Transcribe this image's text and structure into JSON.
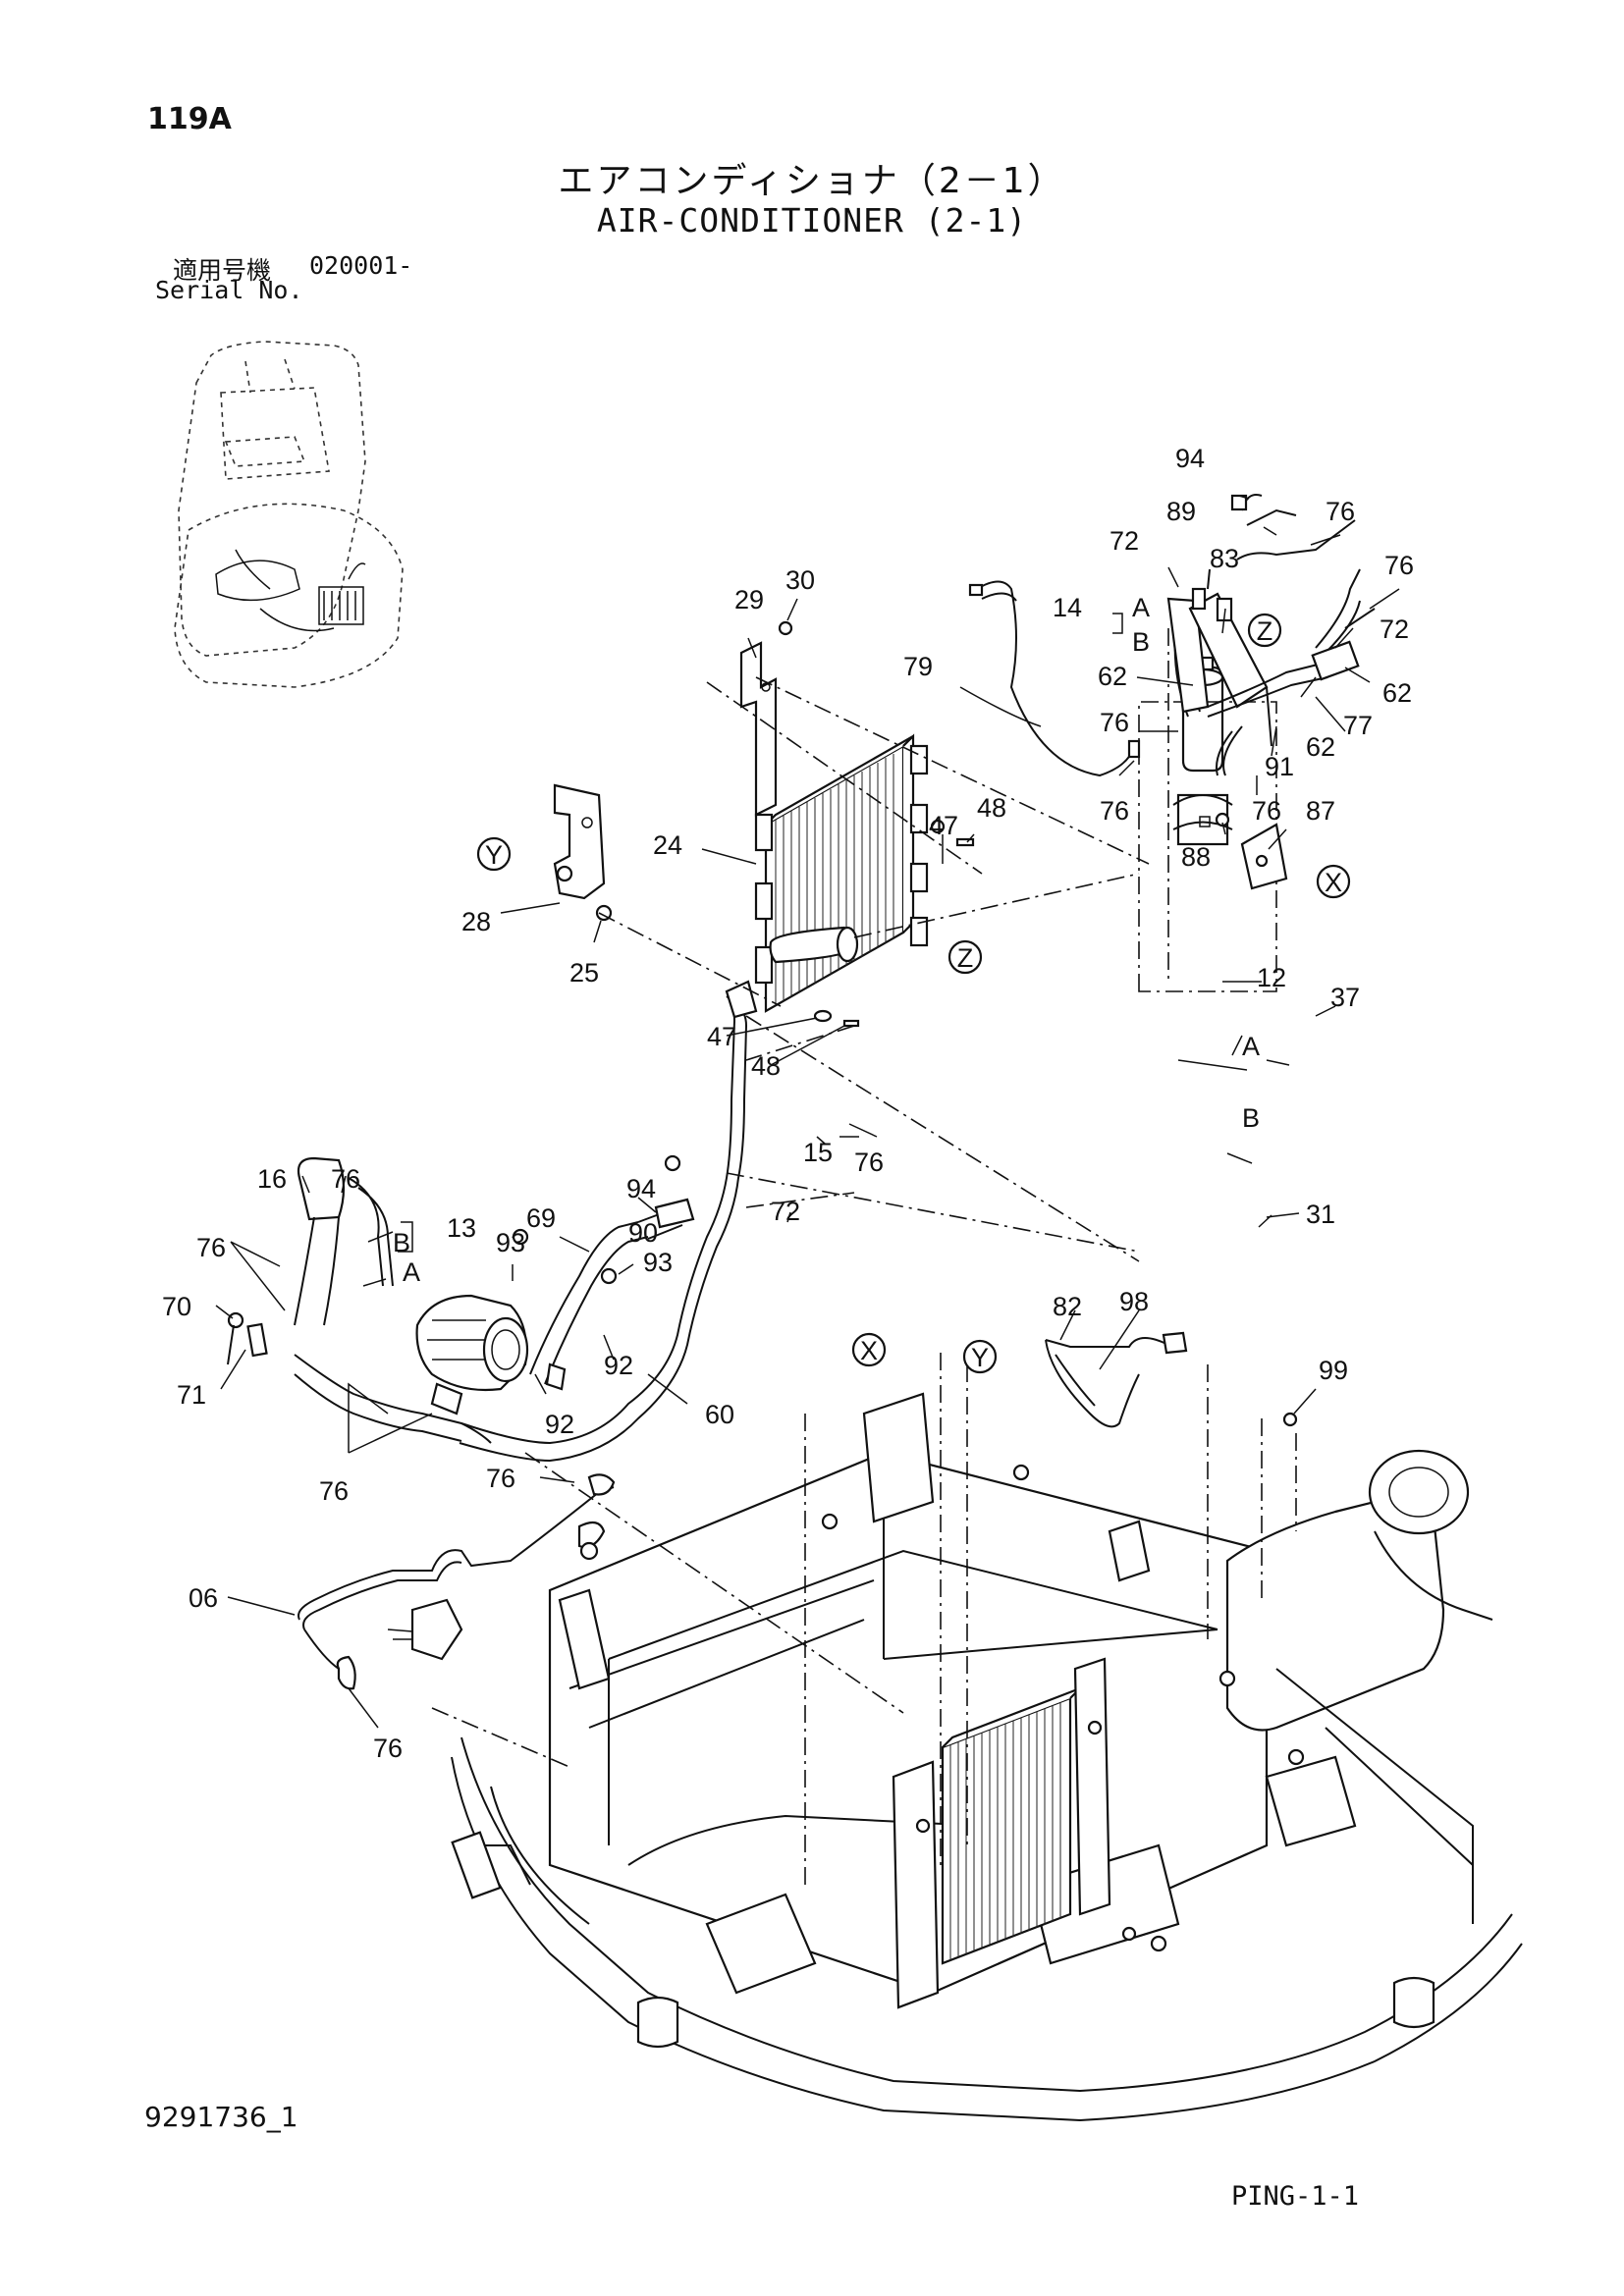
{
  "header": {
    "page_code": "119A",
    "title_jp": "エアコンディショナ（2－1）",
    "title_en": "AIR-CONDITIONER (2-1)",
    "serial_jp": "適用号機",
    "serial_value": "020001-",
    "serial_en": "Serial No."
  },
  "footer": {
    "drawing_no": "9291736_1",
    "sheet_code": "PING-1-1"
  },
  "callouts": {
    "c94a": "94",
    "c89": "89",
    "c76a": "76",
    "c76b": "76",
    "c72a": "72",
    "c83": "83",
    "c14": "14",
    "cA1": "A",
    "cB1": "B",
    "c72b": "72",
    "c62a": "62",
    "c62b": "62",
    "c77": "77",
    "c62c": "62",
    "c79": "79",
    "c76c": "76",
    "c91": "91",
    "c76d": "76",
    "c76e": "76",
    "c87": "87",
    "c88": "88",
    "c29": "29",
    "c30": "30",
    "c47a": "47",
    "c48a": "48",
    "c24": "24",
    "c28": "28",
    "c25": "25",
    "c47b": "47",
    "c48b": "48",
    "c12": "12",
    "c37": "37",
    "cA2": "A",
    "cB2": "B",
    "c31": "31",
    "c94b": "94",
    "c90": "90",
    "c15": "15",
    "c72c": "72",
    "c76f": "76",
    "c16": "16",
    "c76g": "76",
    "c13": "13",
    "cB3": "B",
    "cA3": "A",
    "c76h": "76",
    "c69": "69",
    "c93a": "93",
    "c93b": "93",
    "c70": "70",
    "c71": "71",
    "c92a": "92",
    "c92b": "92",
    "c60": "60",
    "c76i": "76",
    "c76j": "76",
    "c82": "82",
    "c98": "98",
    "c99": "99",
    "c06": "06",
    "c76k": "76"
  },
  "view_markers": {
    "y1": "Y",
    "z1": "Z",
    "z2": "Z",
    "x1": "X",
    "x2": "X",
    "y2": "Y"
  }
}
